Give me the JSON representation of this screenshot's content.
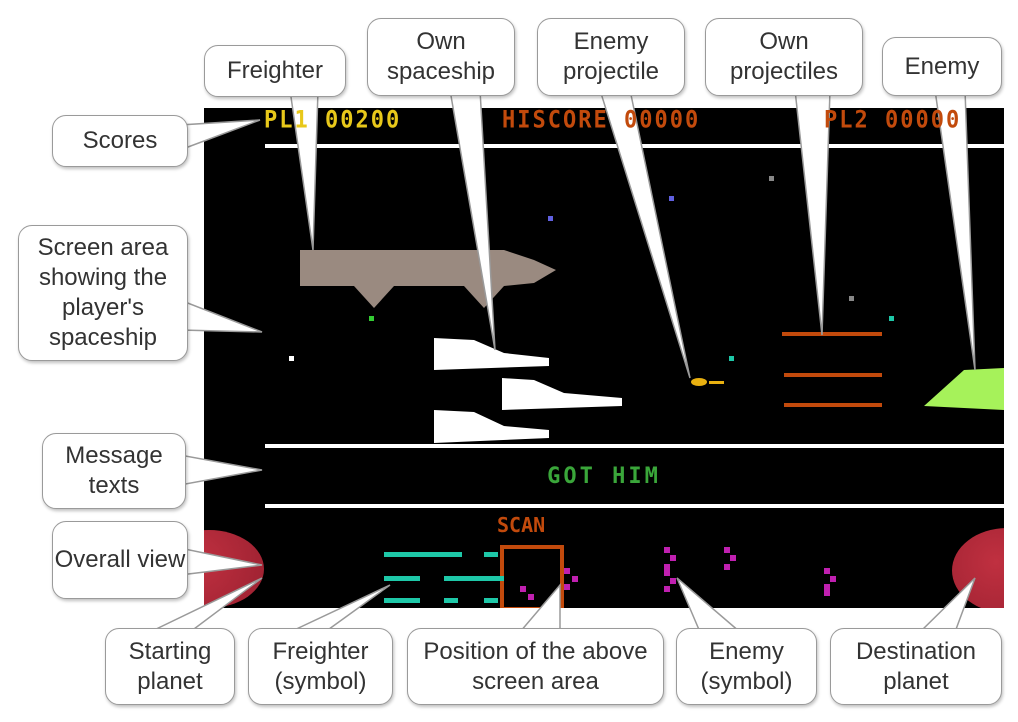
{
  "game": {
    "score_p1": "PL1 00200",
    "hiscore": "HISCORE 00000",
    "score_p2": "PL2 00000",
    "message": "GOT HIM",
    "scan_label": "SCAN"
  },
  "callouts": {
    "freighter": "Freighter",
    "own_spaceship": "Own spaceship",
    "enemy_projectile": "Enemy projectile",
    "own_projectiles": "Own projectiles",
    "enemy": "Enemy",
    "scores": "Scores",
    "screen_area": "Screen area showing the player's spaceship",
    "message_texts": "Message texts",
    "overall_view": "Overall view",
    "starting_planet": "Starting planet",
    "freighter_symbol": "Freighter (symbol)",
    "position": "Position of the above screen area",
    "enemy_symbol": "Enemy (symbol)",
    "destination_planet": "Destination planet"
  },
  "colors": {
    "p1": "#e8c81a",
    "p2": "#c24a0c",
    "enemy": "#a6f25a",
    "freighter_symbol": "#1ec8a8",
    "enemy_symbol": "#c020b0"
  }
}
